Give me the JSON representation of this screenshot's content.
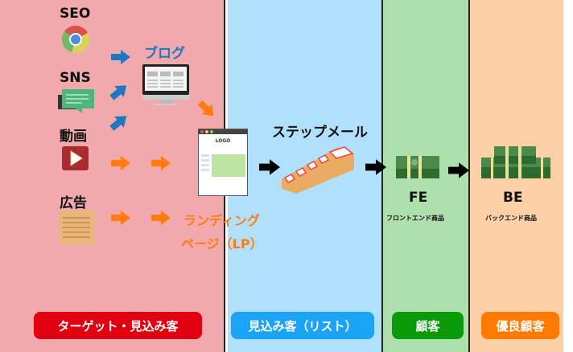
{
  "sources": {
    "seo": "SEO",
    "sns": "SNS",
    "video": "動画",
    "ad": "広告"
  },
  "blog_label": "ブログ",
  "lp": {
    "line1": "ランディング",
    "line2": "ページ（LP）",
    "logo": "LOGO"
  },
  "step_mail": "ステップメール",
  "fe": {
    "title": "FE",
    "subtitle": "フロントエンド商品"
  },
  "be": {
    "title": "BE",
    "subtitle": "バックエンド商品"
  },
  "stages": [
    {
      "label": "ターゲット・見込み客",
      "color": "#e0000f"
    },
    {
      "label": "見込み客（リスト）",
      "color": "#1ba3f5"
    },
    {
      "label": "顧客",
      "color": "#0a9a0a"
    },
    {
      "label": "優良顧客",
      "color": "#ff7a00"
    }
  ],
  "colors": {
    "pink": "#f2a9ad",
    "blue": "#b1e0fd",
    "green": "#ade0ad",
    "orange": "#fdd0a8",
    "arrow_blue": "#1f78c1",
    "arrow_orange": "#ff7c10"
  }
}
